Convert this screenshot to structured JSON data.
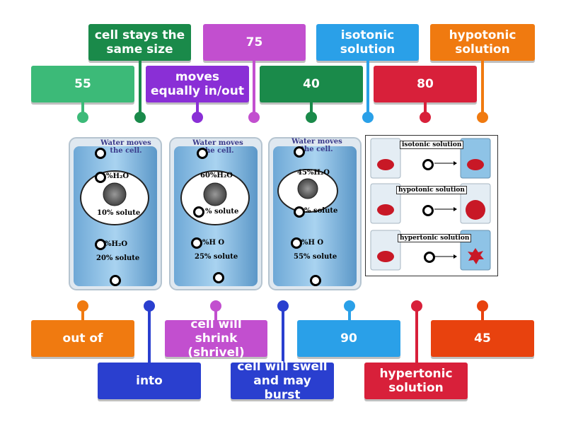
{
  "tiles_top": [
    {
      "text": "cell stays the\nsame size",
      "color": "#1a8a4a"
    },
    {
      "text": "75",
      "color": "#c24fcf"
    },
    {
      "text": "isotonic\nsolution",
      "color": "#2aa0e8"
    },
    {
      "text": "hypotonic\nsolution",
      "color": "#f07a10"
    },
    {
      "text": "55",
      "color": "#3cba78"
    },
    {
      "text": "moves\nequally in/out",
      "color": "#8a2fd6"
    },
    {
      "text": "40",
      "color": "#1a8a4a"
    },
    {
      "text": "80",
      "color": "#d8203a"
    }
  ],
  "tiles_bottom": [
    {
      "text": "out of",
      "color": "#f07a10"
    },
    {
      "text": "cell will shrink\n(shrivel)",
      "color": "#c24fcf"
    },
    {
      "text": "90",
      "color": "#2aa0e8"
    },
    {
      "text": "45",
      "color": "#e8420e"
    },
    {
      "text": "into",
      "color": "#2a3fcf"
    },
    {
      "text": "cell will swell\nand may burst",
      "color": "#2a3fcf"
    },
    {
      "text": "hypertonic\nsolution",
      "color": "#d8203a"
    }
  ],
  "pin_colors_top": [
    "#3cba78",
    "#1a8a4a",
    "#8a2fd6",
    "#c24fcf",
    "#1a8a4a",
    "#2aa0e8",
    "#d8203a",
    "#f07a10"
  ],
  "pin_colors_bottom": [
    "#f07a10",
    "#2a3fcf",
    "#c24fcf",
    "#2a3fcf",
    "#2aa0e8",
    "#d8203a",
    "#e8420e"
  ],
  "beakers": [
    {
      "header": "Water moves\nthe cell.",
      "inner_water": "%H₂O",
      "inner_solute": "10% solute",
      "outer_water": "%H₂O",
      "outer_solute": "20% solute"
    },
    {
      "header": "Water moves\nthe cell.",
      "inner_water": "60%H₂O",
      "inner_solute": "% solute",
      "outer_water": "%H O",
      "outer_solute": "25% solute"
    },
    {
      "header": "Water moves\nthe cell.",
      "inner_water": "45%H₂O",
      "inner_solute": "% solute",
      "outer_water": "%H O",
      "outer_solute": "55% solute"
    }
  ],
  "reference_panel": {
    "labels": [
      "isotonic solution",
      "hypotonic solution",
      "hypertonic solution"
    ]
  }
}
